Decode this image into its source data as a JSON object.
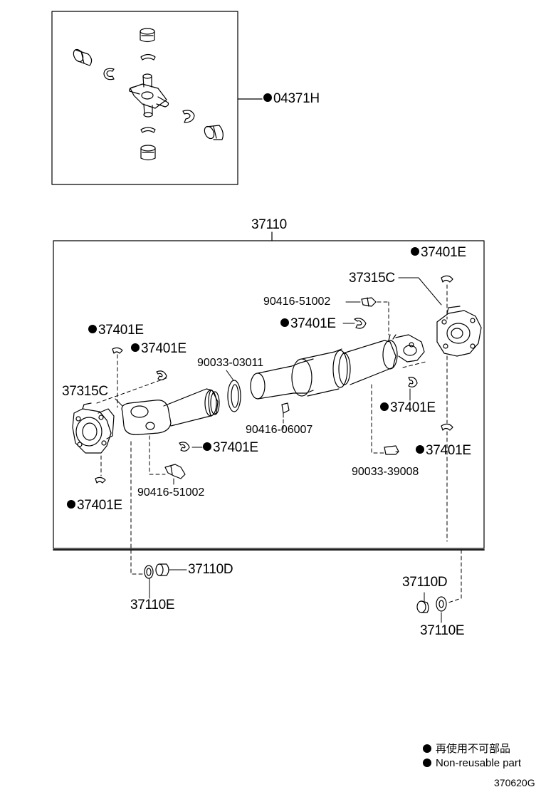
{
  "labels": {
    "kit_04371H": "04371H",
    "assy_37110": "37110",
    "yoke_37315C_right": "37315C",
    "yoke_37315C_left": "37315C",
    "fitting_90416_51002_top": "90416-51002",
    "fitting_90416_51002_bottom": "90416-51002",
    "fitting_90416_06007": "90416-06007",
    "bolt_90033_03011": "90033-03011",
    "bolt_90033_39008": "90033-39008",
    "snap_37401E_a": "37401E",
    "snap_37401E_b": "37401E",
    "snap_37401E_c": "37401E",
    "snap_37401E_d": "37401E",
    "snap_37401E_e": "37401E",
    "snap_37401E_f": "37401E",
    "snap_37401E_g": "37401E",
    "snap_37401E_h": "37401E",
    "part_37110D_left": "37110D",
    "part_37110E_left": "37110E",
    "part_37110D_right": "37110D",
    "part_37110E_right": "37110E"
  },
  "legend": {
    "japanese": "再使用不可部品",
    "english": "Non-reusable part"
  },
  "figure_code": "370620G",
  "colors": {
    "ink": "#000000",
    "paper": "#ffffff"
  }
}
